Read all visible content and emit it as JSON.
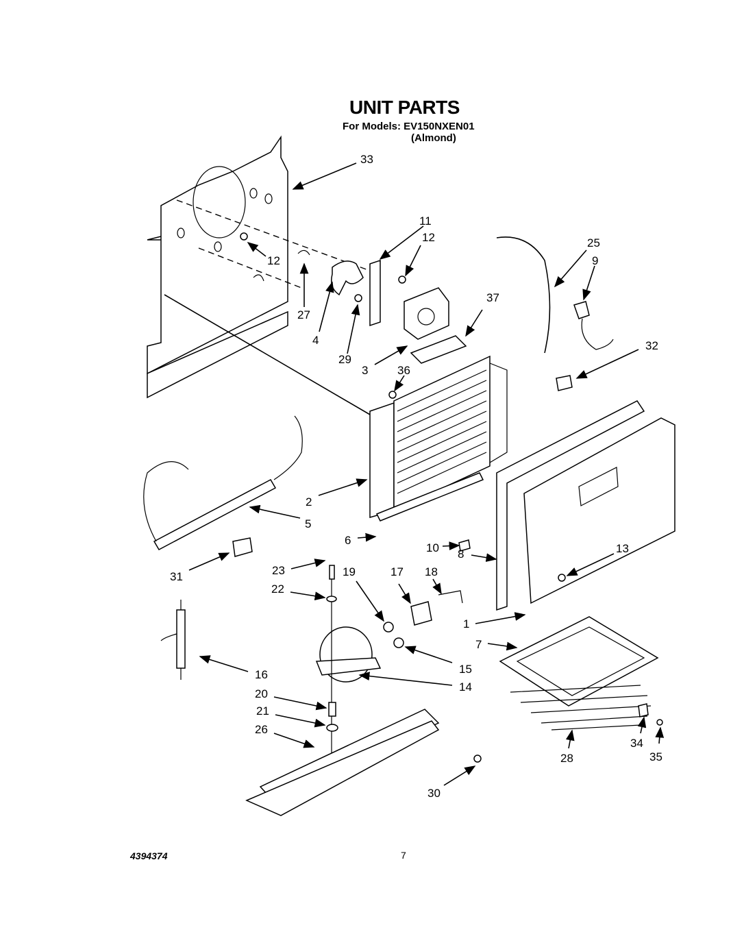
{
  "header": {
    "title": "UNIT PARTS",
    "models": "For Models: EV150NXEN01",
    "color": "(Almond)"
  },
  "footer": {
    "doc_number": "4394374",
    "page_number": "7"
  },
  "callouts": [
    "33",
    "11",
    "12",
    "12",
    "25",
    "9",
    "27",
    "4",
    "29",
    "37",
    "3",
    "36",
    "32",
    "2",
    "5",
    "6",
    "10",
    "8",
    "13",
    "31",
    "23",
    "19",
    "17",
    "18",
    "22",
    "1",
    "7",
    "15",
    "14",
    "16",
    "20",
    "21",
    "26",
    "34",
    "35",
    "28",
    "30"
  ]
}
